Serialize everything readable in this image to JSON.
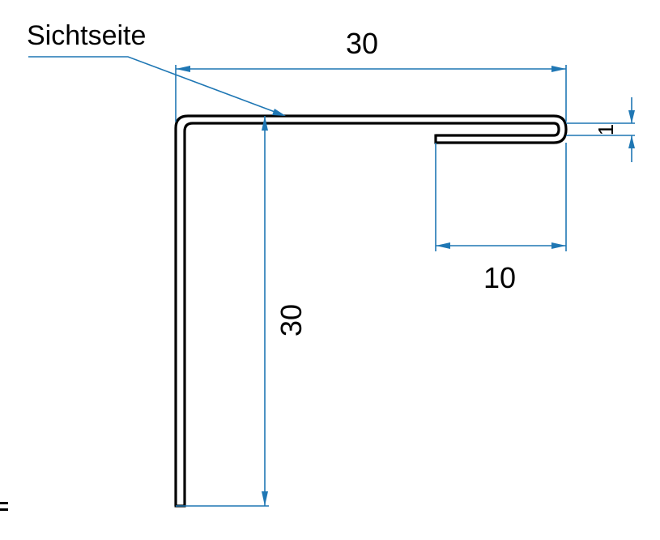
{
  "diagram": {
    "callout_label": "Sichtseite",
    "dimensions": {
      "top_width": "30",
      "vertical_height": "30",
      "return_length": "10",
      "thickness": "1"
    }
  },
  "colors": {
    "profile": "#000000",
    "dimension": "#1f77b4",
    "background": "#ffffff"
  }
}
